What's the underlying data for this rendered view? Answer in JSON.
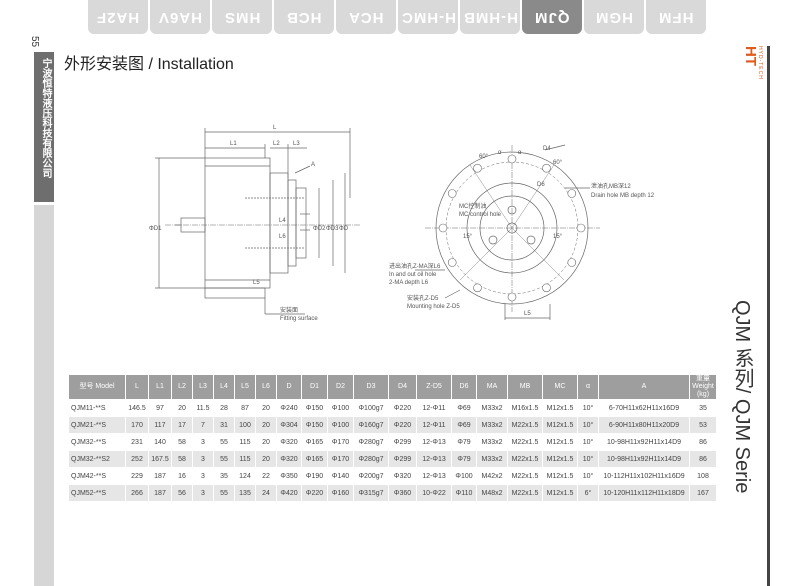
{
  "tabs": [
    {
      "label": "HA2F",
      "active": false
    },
    {
      "label": "HA6V",
      "active": false
    },
    {
      "label": "HMS",
      "active": false
    },
    {
      "label": "HCB",
      "active": false
    },
    {
      "label": "HCA",
      "active": false
    },
    {
      "label": "H-HMC",
      "active": false
    },
    {
      "label": "H-HMB",
      "active": false
    },
    {
      "label": "QJM",
      "active": true
    },
    {
      "label": "HGM",
      "active": false
    },
    {
      "label": "HFM",
      "active": false
    }
  ],
  "page_number": "55",
  "company": "宁波恒特液压科技有限公司",
  "logo": "HT",
  "logo_sub": "HYD-TECH",
  "series_label": "QJM 系列/ QJM Serie",
  "title": "外形安装图 / Installation",
  "side_labels": {
    "L": "L",
    "L1": "L1",
    "L2": "L2",
    "L3": "L3",
    "L4": "L4",
    "L5": "L5",
    "L6": "L6",
    "A": "A",
    "D": "ΦD",
    "D1": "ΦD1",
    "D2": "ΦD2",
    "D3": "ΦD3",
    "fitting": "安装面",
    "fitting_en": "Fitting surface"
  },
  "front_labels": {
    "angle60a": "60°",
    "angle60b": "60°",
    "alpha": "α",
    "alpha2": "α",
    "D4": "D4",
    "D6": "D6",
    "drain": "泄油孔MB深12",
    "drain_en": "Drain hole MB depth 12",
    "mc": "MC控制油",
    "mc_en": "MC control hole",
    "deg15a": "15°",
    "deg15b": "15°",
    "inout": "进出油孔Z-MA深L6",
    "inout_en": "In and out oil hole",
    "inout_en2": "2-MA depth L6",
    "mount": "安装孔Z-D5",
    "mount_en": "Mounting hole Z-D5",
    "L5": "L5"
  },
  "table": {
    "headers": [
      "型号 Model",
      "L",
      "L1",
      "L2",
      "L3",
      "L4",
      "L5",
      "L6",
      "D",
      "D1",
      "D2",
      "D3",
      "D4",
      "Z-D5",
      "D6",
      "MA",
      "MB",
      "MC",
      "α",
      "A",
      "重量 Weight (kg)"
    ],
    "rows": [
      [
        "QJM11-**S",
        "146.5",
        "97",
        "20",
        "11.5",
        "28",
        "87",
        "20",
        "Φ240",
        "Φ150",
        "Φ100",
        "Φ100g7",
        "Φ220",
        "12-Φ11",
        "Φ69",
        "M33x2",
        "M16x1.5",
        "M12x1.5",
        "10°",
        "6-70H11x62H11x16D9",
        "35"
      ],
      [
        "QJM21-**S",
        "170",
        "117",
        "17",
        "7",
        "31",
        "100",
        "20",
        "Φ304",
        "Φ150",
        "Φ100",
        "Φ160g7",
        "Φ220",
        "12-Φ11",
        "Φ69",
        "M33x2",
        "M22x1.5",
        "M12x1.5",
        "10°",
        "6-90H11x80H11x20D9",
        "53"
      ],
      [
        "QJM32-**S",
        "231",
        "140",
        "58",
        "3",
        "55",
        "115",
        "20",
        "Φ320",
        "Φ165",
        "Φ170",
        "Φ280g7",
        "Φ299",
        "12-Φ13",
        "Φ79",
        "M33x2",
        "M22x1.5",
        "M12x1.5",
        "10°",
        "10-98H11x92H11x14D9",
        "86"
      ],
      [
        "QJM32-**S2",
        "252",
        "167.5",
        "58",
        "3",
        "55",
        "115",
        "20",
        "Φ320",
        "Φ165",
        "Φ170",
        "Φ280g7",
        "Φ299",
        "12-Φ13",
        "Φ79",
        "M33x2",
        "M22x1.5",
        "M12x1.5",
        "10°",
        "10-98H11x92H11x14D9",
        "86"
      ],
      [
        "QJM42-**S",
        "229",
        "187",
        "16",
        "3",
        "35",
        "124",
        "22",
        "Φ350",
        "Φ190",
        "Φ140",
        "Φ200g7",
        "Φ320",
        "12-Φ13",
        "Φ100",
        "M42x2",
        "M22x1.5",
        "M12x1.5",
        "10°",
        "10-112H11x102H11x16D9",
        "108"
      ],
      [
        "QJM52-**S",
        "266",
        "187",
        "56",
        "3",
        "55",
        "135",
        "24",
        "Φ420",
        "Φ220",
        "Φ160",
        "Φ315g7",
        "Φ360",
        "10-Φ22",
        "Φ110",
        "M48x2",
        "M22x1.5",
        "M12x1.5",
        "6°",
        "10-120H11x112H11x18D9",
        "167"
      ]
    ]
  }
}
